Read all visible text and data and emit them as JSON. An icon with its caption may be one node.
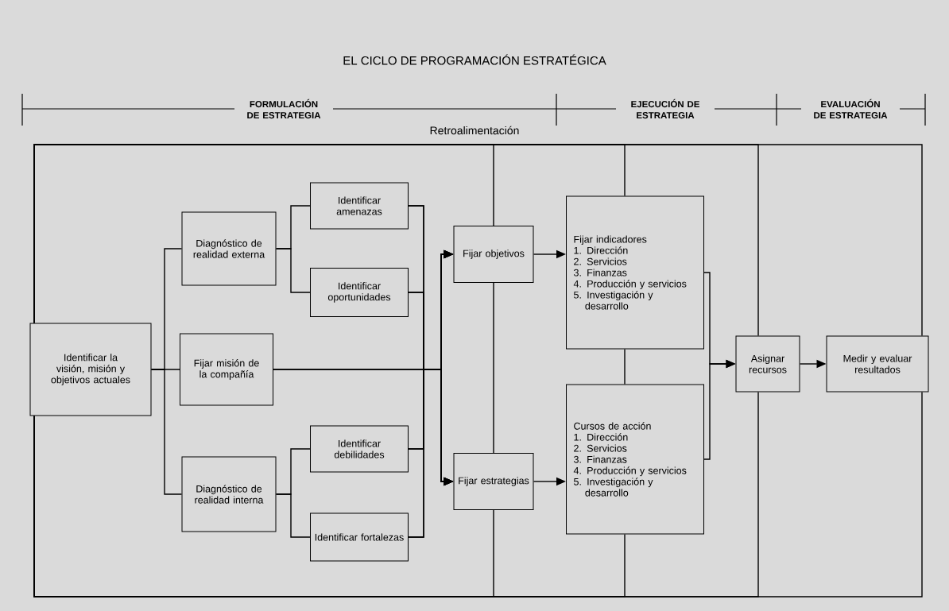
{
  "diagram": {
    "title": "EL CICLO DE PROGRAMACIÓN ESTRATÉGICA",
    "nodes": [
      {
        "text": [
          "Identificar la visión, misión y objetivos actuales"
        ]
      },
      {
        "text": [
          "Diagnóstico de realidad externa"
        ]
      },
      {
        "text": [
          "Identificar amenazas"
        ]
      },
      {
        "text": [
          "Identificar oportunidades"
        ]
      },
      {
        "text": [
          "Fijar misión de la compañía"
        ]
      },
      {
        "text": [
          "Diagnóstico de realidad interna"
        ]
      },
      {
        "text": [
          "Identificar debilidades"
        ]
      },
      {
        "text": [
          "Identificar fortalezas"
        ]
      },
      {
        "text": [
          "Fijar objetivos"
        ]
      },
      {
        "text": [
          "Fijar estrategias"
        ]
      },
      {
        "text": [
          "Fijar indicadores",
          "1. Dirección",
          "2. Servicios",
          "3. Finanzas",
          "4. Producción y servicios",
          "5. Investigación y desarrollo"
        ]
      },
      {
        "text": [
          "Cursos de acción",
          "1. Dirección",
          "2. Servicios",
          "3. Finanzas",
          "4. Producción y servicios",
          "5. Investigación y desarrollo"
        ]
      },
      {
        "text": [
          "Asignar recursos"
        ]
      },
      {
        "text": [
          "Medir y evaluar resultados"
        ]
      }
    ],
    "edges": [
      {
        "from": 0,
        "to": 1,
        "arrow": "none"
      },
      {
        "from": 0,
        "to": 4,
        "arrow": "none"
      },
      {
        "from": 0,
        "to": 5,
        "arrow": "none"
      },
      {
        "from": 1,
        "to": 2,
        "arrow": "none"
      },
      {
        "from": 1,
        "to": 3,
        "arrow": "none"
      },
      {
        "from": 5,
        "to": 6,
        "arrow": "none"
      },
      {
        "from": 5,
        "to": 7,
        "arrow": "none"
      },
      {
        "from": 2,
        "to": 8,
        "arrow": "to"
      },
      {
        "from": 3,
        "to": 8,
        "arrow": "to"
      },
      {
        "from": 4,
        "to": 8,
        "arrow": "to"
      },
      {
        "from": 6,
        "to": 8,
        "arrow": "to"
      },
      {
        "from": 7,
        "to": 8,
        "arrow": "to"
      },
      {
        "from": 2,
        "to": 9,
        "arrow": "to"
      },
      {
        "from": 3,
        "to": 9,
        "arrow": "to"
      },
      {
        "from": 4,
        "to": 9,
        "arrow": "to"
      },
      {
        "from": 6,
        "to": 9,
        "arrow": "to"
      },
      {
        "from": 7,
        "to": 9,
        "arrow": "to"
      },
      {
        "from": 8,
        "to": 10,
        "arrow": "to"
      },
      {
        "from": 9,
        "to": 11,
        "arrow": "to"
      },
      {
        "from": 10,
        "to": 12,
        "arrow": "to"
      },
      {
        "from": 11,
        "to": 12,
        "arrow": "to"
      },
      {
        "from": 12,
        "to": 13,
        "arrow": "to"
      },
      {
        "from": 8,
        "to": 0,
        "arrow": "none"
      },
      {
        "from": 8,
        "to": 9,
        "arrow": "none"
      },
      {
        "from": 9,
        "to": 0,
        "arrow": "none"
      },
      {
        "from": 10,
        "to": 0,
        "arrow": "none"
      },
      {
        "from": 10,
        "to": 11,
        "arrow": "none"
      },
      {
        "from": 11,
        "to": 0,
        "arrow": "none"
      },
      {
        "from": 12,
        "to": 0,
        "arrow": "none"
      },
      {
        "from": 12,
        "to": 0,
        "arrow": "none"
      },
      {
        "from": 13,
        "to": 0,
        "arrow": "none"
      },
      {
        "from": 13,
        "to": 0,
        "arrow": "none"
      }
    ],
    "labels": [
      "FORMULACIÓN DE ESTRATEGIA",
      "EJECUCIÓN DE ESTRATEGIA",
      "EVALUACIÓN DE ESTRATEGIA",
      "Retroalimentación"
    ]
  }
}
